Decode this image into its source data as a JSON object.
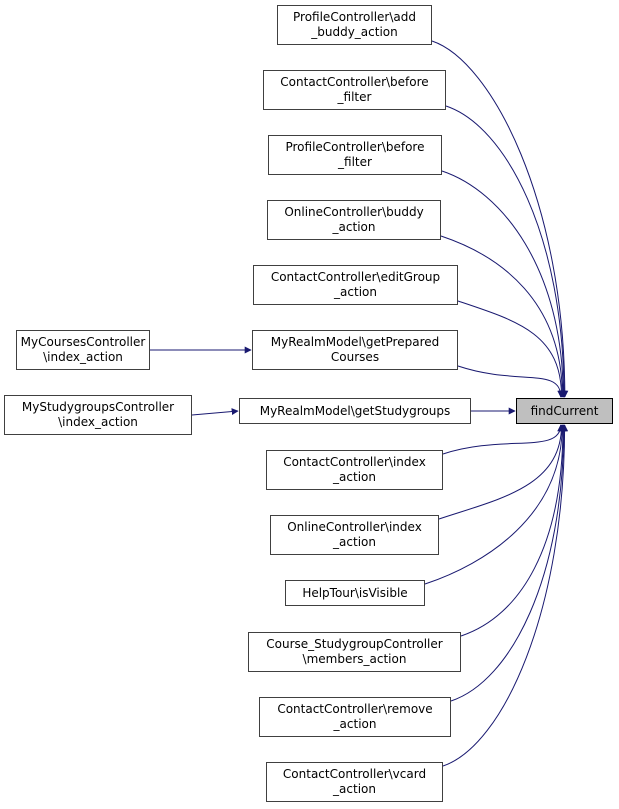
{
  "diagram": {
    "type": "call-graph",
    "colors": {
      "edge": "#191970",
      "node_border": "#404040",
      "target_fill": "#bfbfbf"
    },
    "target": {
      "id": "findCurrent",
      "lines": [
        "findCurrent"
      ]
    },
    "nodes": [
      {
        "id": "profile_add_buddy",
        "lines": [
          "ProfileController\\add",
          "_buddy_action"
        ]
      },
      {
        "id": "contact_before_filter",
        "lines": [
          "ContactController\\before",
          "_filter"
        ]
      },
      {
        "id": "profile_before_filter",
        "lines": [
          "ProfileController\\before",
          "_filter"
        ]
      },
      {
        "id": "online_buddy_action",
        "lines": [
          "OnlineController\\buddy",
          "_action"
        ]
      },
      {
        "id": "contact_editgroup",
        "lines": [
          "ContactController\\editGroup",
          "_action"
        ]
      },
      {
        "id": "mycourses_index",
        "lines": [
          "MyCoursesController",
          "\\index_action"
        ]
      },
      {
        "id": "myrealm_getprepared",
        "lines": [
          "MyRealmModel\\getPrepared",
          "Courses"
        ]
      },
      {
        "id": "mystudygroups_index",
        "lines": [
          "MyStudygroupsController",
          "\\index_action"
        ]
      },
      {
        "id": "myrealm_getstudygroups",
        "lines": [
          "MyRealmModel\\getStudygroups"
        ]
      },
      {
        "id": "contact_index",
        "lines": [
          "ContactController\\index",
          "_action"
        ]
      },
      {
        "id": "online_index",
        "lines": [
          "OnlineController\\index",
          "_action"
        ]
      },
      {
        "id": "helptour_isvisible",
        "lines": [
          "HelpTour\\isVisible"
        ]
      },
      {
        "id": "course_studygroup_members",
        "lines": [
          "Course_StudygroupController",
          "\\members_action"
        ]
      },
      {
        "id": "contact_remove",
        "lines": [
          "ContactController\\remove",
          "_action"
        ]
      },
      {
        "id": "contact_vcard",
        "lines": [
          "ContactController\\vcard",
          "_action"
        ]
      }
    ],
    "edges": [
      {
        "from": "profile_add_buddy",
        "to": "findCurrent"
      },
      {
        "from": "contact_before_filter",
        "to": "findCurrent"
      },
      {
        "from": "profile_before_filter",
        "to": "findCurrent"
      },
      {
        "from": "online_buddy_action",
        "to": "findCurrent"
      },
      {
        "from": "contact_editgroup",
        "to": "findCurrent"
      },
      {
        "from": "mycourses_index",
        "to": "myrealm_getprepared"
      },
      {
        "from": "myrealm_getprepared",
        "to": "findCurrent"
      },
      {
        "from": "mystudygroups_index",
        "to": "myrealm_getstudygroups"
      },
      {
        "from": "myrealm_getstudygroups",
        "to": "findCurrent"
      },
      {
        "from": "contact_index",
        "to": "findCurrent"
      },
      {
        "from": "online_index",
        "to": "findCurrent"
      },
      {
        "from": "helptour_isvisible",
        "to": "findCurrent"
      },
      {
        "from": "course_studygroup_members",
        "to": "findCurrent"
      },
      {
        "from": "contact_remove",
        "to": "findCurrent"
      },
      {
        "from": "contact_vcard",
        "to": "findCurrent"
      }
    ]
  }
}
